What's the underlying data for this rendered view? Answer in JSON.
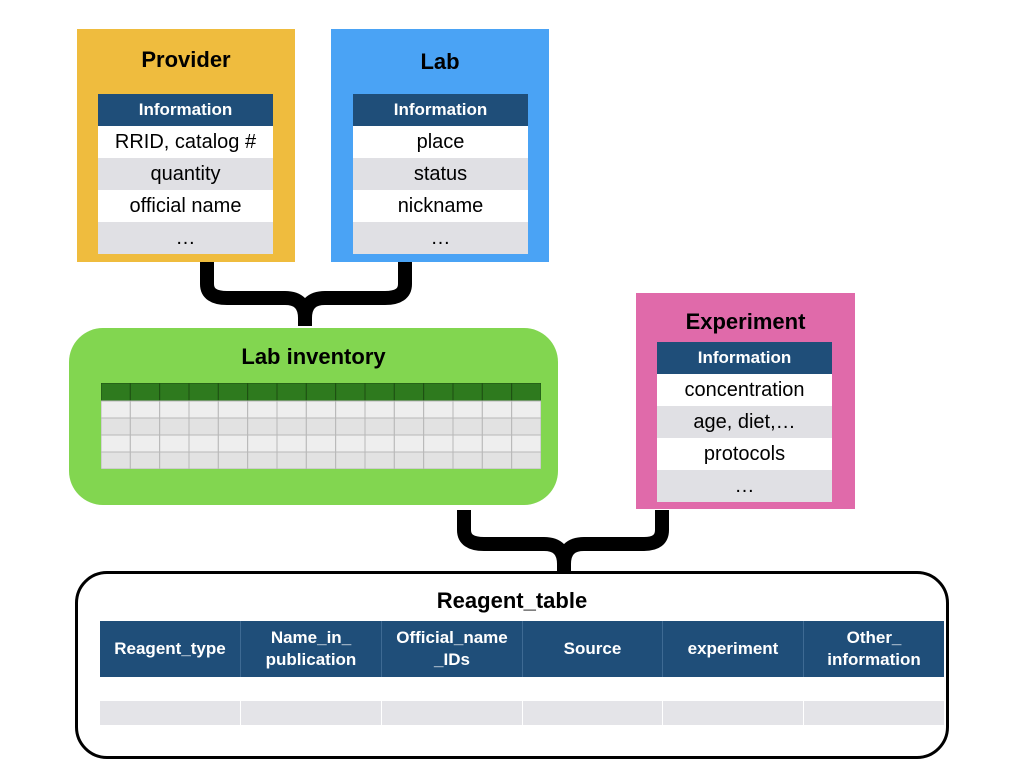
{
  "provider": {
    "title": "Provider",
    "header": "Information",
    "rows": [
      "RRID, catalog #",
      "quantity",
      "official name",
      "…"
    ]
  },
  "lab": {
    "title": "Lab",
    "header": "Information",
    "rows": [
      "place",
      "status",
      "nickname",
      "…"
    ]
  },
  "experiment": {
    "title": "Experiment",
    "header": "Information",
    "rows": [
      "concentration",
      "age, diet,…",
      "protocols",
      "…"
    ]
  },
  "inventory": {
    "title": "Lab inventory",
    "grid_columns": 15,
    "grid_rows": 4
  },
  "reagent_table": {
    "title": "Reagent_table",
    "columns": [
      {
        "line1": "Reagent_type",
        "line2": ""
      },
      {
        "line1": "Name_in_",
        "line2": "publication"
      },
      {
        "line1": "Official_name",
        "line2": "_IDs"
      },
      {
        "line1": "Source",
        "line2": ""
      },
      {
        "line1": "experiment",
        "line2": ""
      },
      {
        "line1": "Other_",
        "line2": "information"
      }
    ]
  },
  "colors": {
    "provider": "#efbc3e",
    "lab": "#4aa3f5",
    "experiment": "#e06aaa",
    "inventory": "#82d650",
    "table_header": "#1f4e79",
    "grid_header": "#2e7a1e"
  }
}
